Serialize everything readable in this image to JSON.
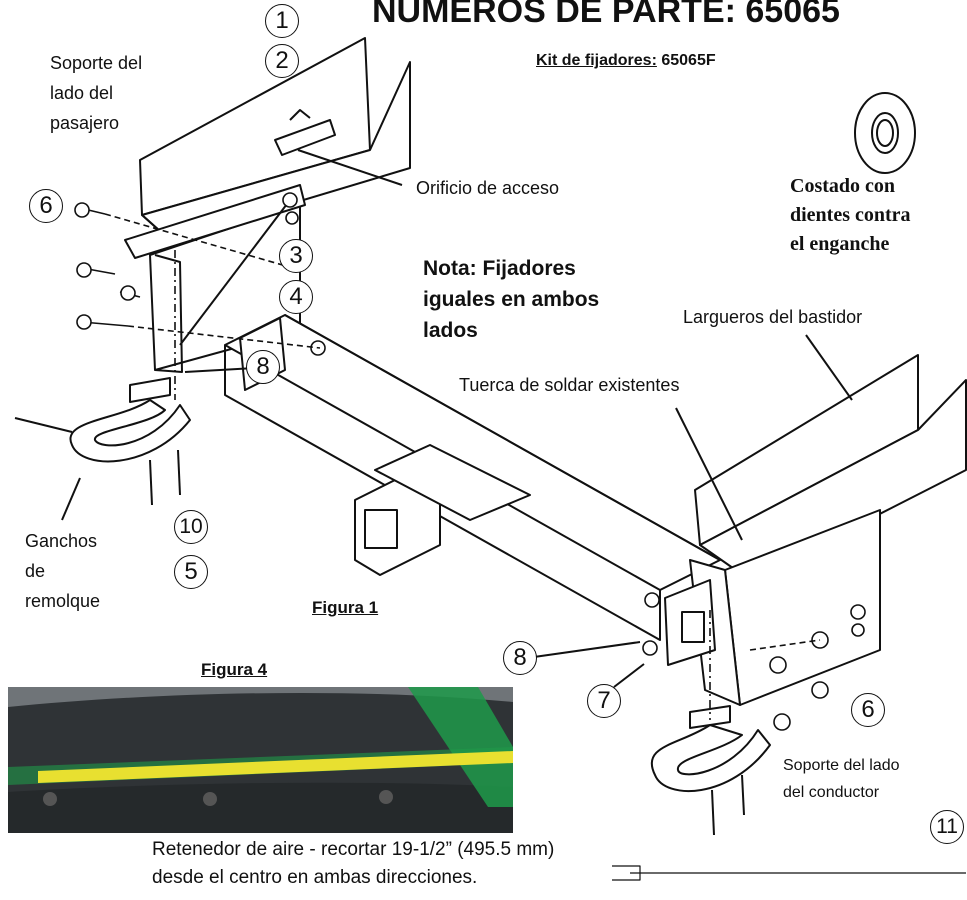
{
  "title": "NUMEROS DE PARTE: 65065",
  "kit": {
    "label": "Kit de fijadores:",
    "value": "65065F"
  },
  "labels": {
    "passenger_support": [
      "Soporte del",
      "lado del",
      "pasajero"
    ],
    "access_hole": "Orificio de acceso",
    "washer_note": [
      "Costado con",
      "dientes contra",
      "el enganche"
    ],
    "note": [
      "Nota: Fijadores",
      "iguales en ambos",
      "lados"
    ],
    "frame_rails": "Largueros del bastidor",
    "weld_nut": "Tuerca de soldar existentes",
    "tow_hooks": [
      "Ganchos",
      "de",
      "remolque"
    ],
    "driver_support": [
      "Soporte del lado",
      "del conductor"
    ]
  },
  "callouts": {
    "c1": "1",
    "c2": "2",
    "c3": "3",
    "c4": "4",
    "c5": "5",
    "c6a": "6",
    "c6b": "6",
    "c7": "7",
    "c8a": "8",
    "c8b": "8",
    "c10": "10",
    "c11": "11"
  },
  "figures": {
    "fig1": "Figura 1",
    "fig4": "Figura 4"
  },
  "caption": [
    "Retenedor de aire - recortar 19-1/2” (495.5 mm)",
    "desde el centro en ambas direcciones."
  ],
  "colors": {
    "ink": "#111111",
    "tape_yellow": "#e8e030",
    "tape_green": "#1f9a4a",
    "retainer": "#2f3336"
  }
}
